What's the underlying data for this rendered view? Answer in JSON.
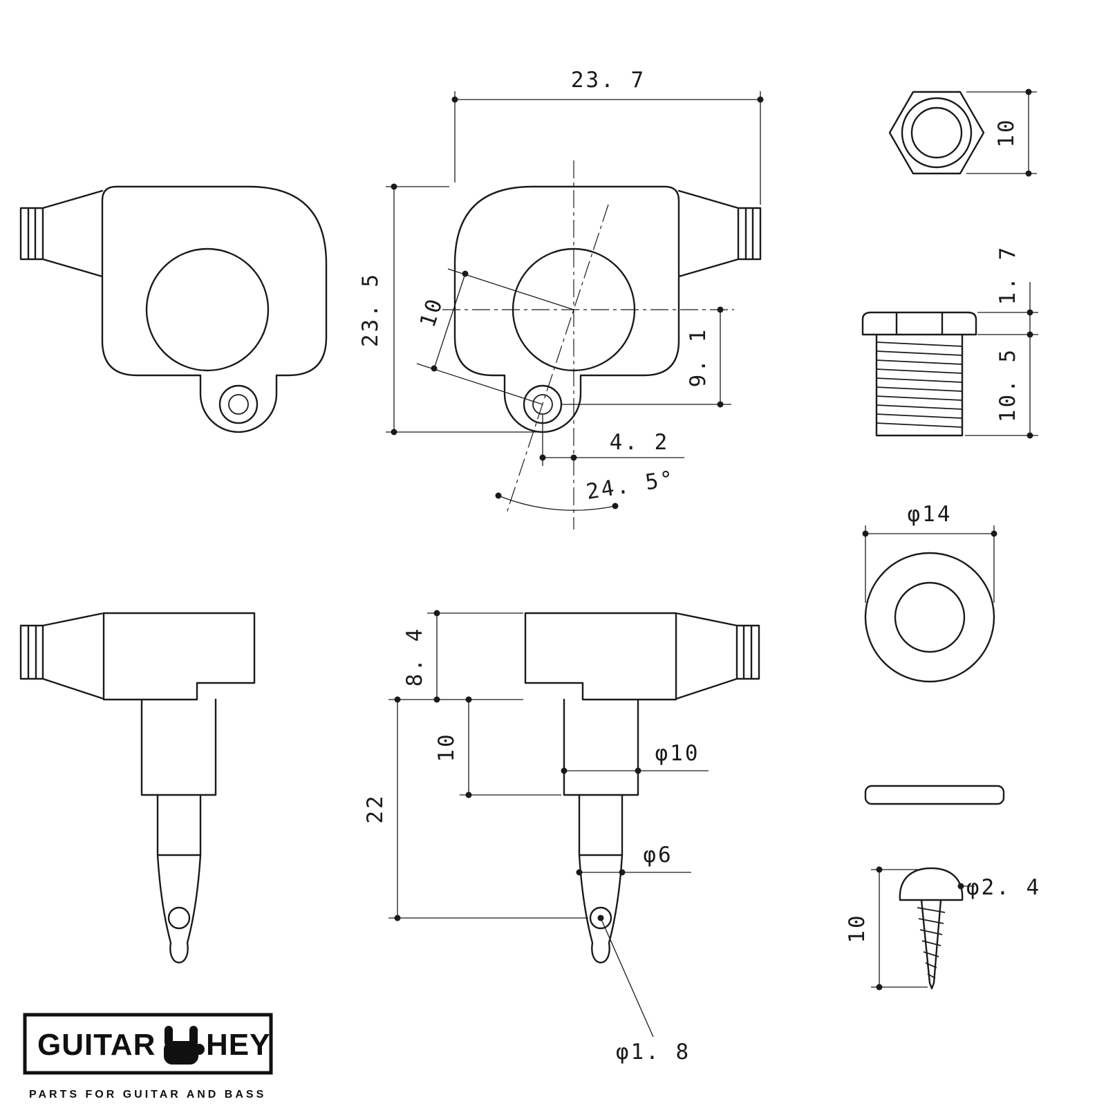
{
  "dims": {
    "housing_length": "23. 7",
    "housing_height": "23. 5",
    "post_to_hole": "10",
    "hole_drop": "9. 1",
    "hole_offset": "4. 2",
    "hole_angle": "24. 5°",
    "nut_across_flats": "10",
    "bushing_flange_thickness": "1. 7",
    "bushing_thread_length": "10. 5",
    "washer_od": "φ14",
    "button_height": "8. 4",
    "collar_length": "10",
    "post_length": "22",
    "collar_dia": "φ10",
    "shaft_dia": "φ6",
    "string_hole_dia": "φ1. 8",
    "screw_dia": "φ2. 4",
    "screw_length": "10"
  },
  "logo": {
    "brand_left": "GUITAR",
    "brand_right": "HEY",
    "tagline": "PARTS FOR GUITAR AND BASS"
  }
}
